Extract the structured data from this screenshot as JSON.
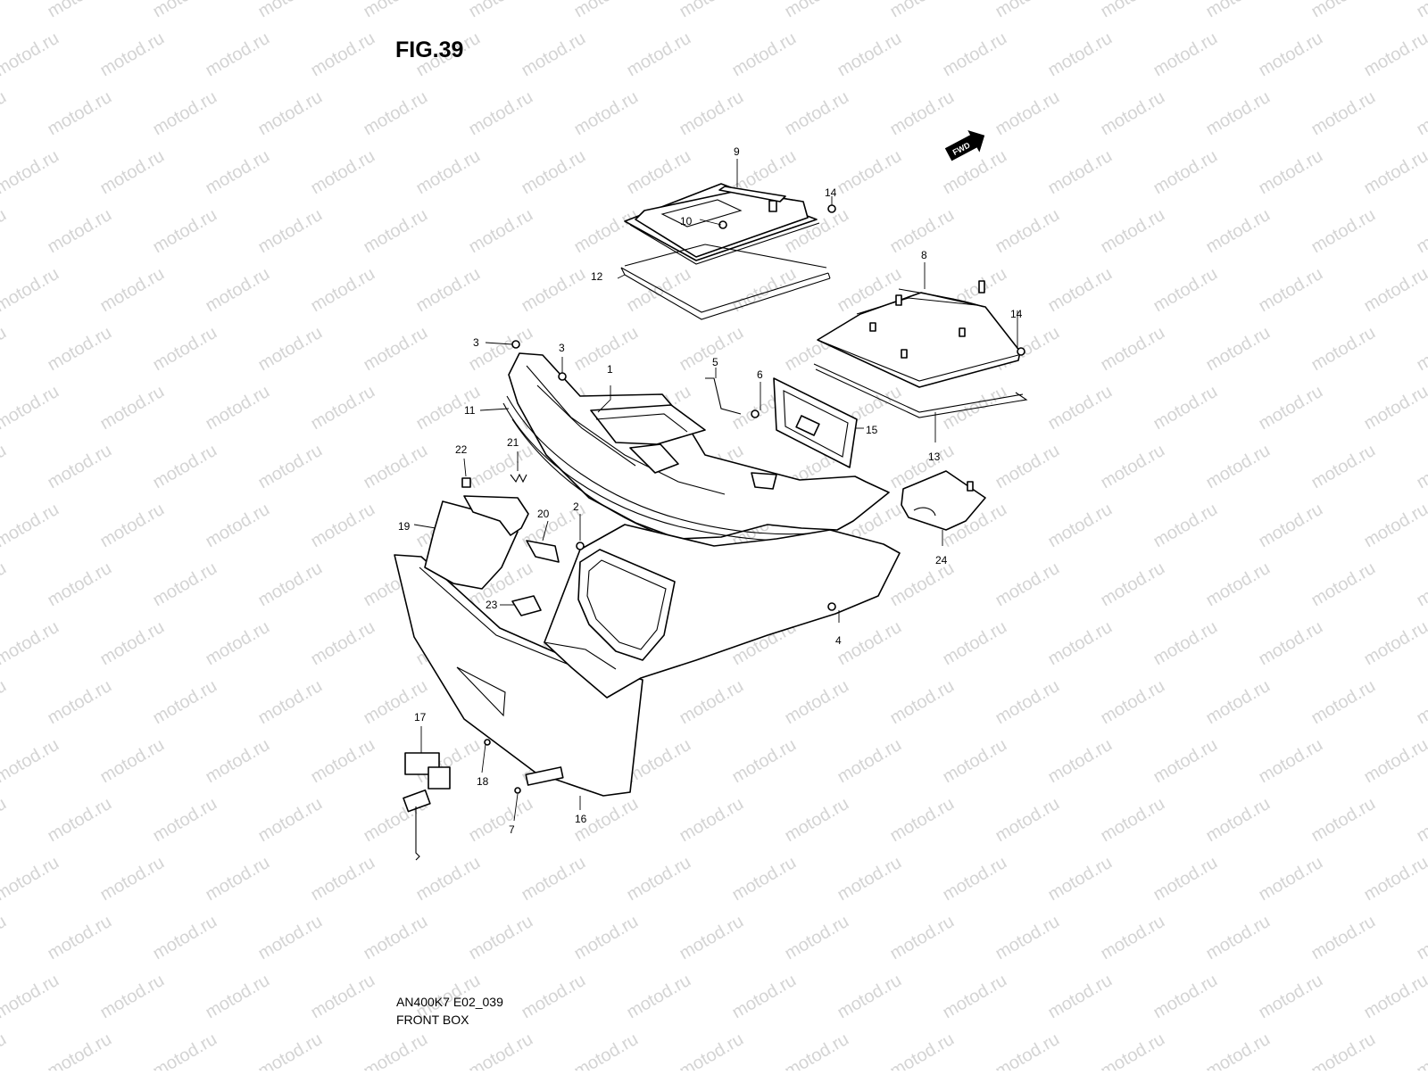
{
  "figure": {
    "title": "FIG.39",
    "code": "AN400K7 E02_039",
    "caption": "FRONT BOX"
  },
  "watermark": "motod.ru",
  "fwd_badge": "FWD",
  "colors": {
    "line": "#000000",
    "watermark": "#d4d4d4",
    "background": "#ffffff"
  },
  "callouts": [
    {
      "id": "c1",
      "label": "1"
    },
    {
      "id": "c2",
      "label": "2"
    },
    {
      "id": "c3a",
      "label": "3"
    },
    {
      "id": "c3b",
      "label": "3"
    },
    {
      "id": "c4",
      "label": "4"
    },
    {
      "id": "c5",
      "label": "5"
    },
    {
      "id": "c6",
      "label": "6"
    },
    {
      "id": "c7",
      "label": "7"
    },
    {
      "id": "c8",
      "label": "8"
    },
    {
      "id": "c9",
      "label": "9"
    },
    {
      "id": "c10",
      "label": "10"
    },
    {
      "id": "c11",
      "label": "11"
    },
    {
      "id": "c12",
      "label": "12"
    },
    {
      "id": "c13",
      "label": "13"
    },
    {
      "id": "c14a",
      "label": "14"
    },
    {
      "id": "c14b",
      "label": "14"
    },
    {
      "id": "c15",
      "label": "15"
    },
    {
      "id": "c16",
      "label": "16"
    },
    {
      "id": "c17",
      "label": "17"
    },
    {
      "id": "c18",
      "label": "18"
    },
    {
      "id": "c19",
      "label": "19"
    },
    {
      "id": "c20",
      "label": "20"
    },
    {
      "id": "c21",
      "label": "21"
    },
    {
      "id": "c22",
      "label": "22"
    },
    {
      "id": "c23",
      "label": "23"
    },
    {
      "id": "c24",
      "label": "24"
    }
  ]
}
